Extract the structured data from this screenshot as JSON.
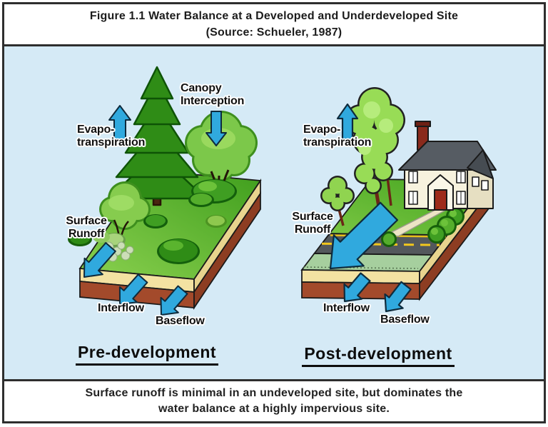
{
  "header": {
    "title": "Figure 1.1 Water Balance at a Developed and Underdeveloped Site",
    "source": "(Source:  Schueler, 1987)"
  },
  "panels": {
    "pre": {
      "title": "Pre-development",
      "labels": {
        "evapo1": "Evapo-",
        "evapo2": "transpiration",
        "canopy1": "Canopy",
        "canopy2": "Interception",
        "surface1": "Surface",
        "surface2": "Runoff",
        "interflow": "Interflow",
        "baseflow": "Baseflow"
      }
    },
    "post": {
      "title": "Post-development",
      "labels": {
        "evapo1": "Evapo-",
        "evapo2": "transpiration",
        "surface1": "Surface",
        "surface2": "Runoff",
        "interflow": "Interflow",
        "baseflow": "Baseflow"
      }
    }
  },
  "caption": {
    "line1": "Surface runoff is minimal in an undeveloped site, but dominates the",
    "line2": "water balance at a highly impervious site."
  },
  "colors": {
    "background_sky": "#d5eaf6",
    "arrow_blue": "#30a9de",
    "grass_green": "#55b62f",
    "pine_green": "#2f8c16",
    "soil_tan": "#f3e2a2",
    "soil_brown": "#a34a2b",
    "road_gray": "#53585c",
    "road_marking_yellow": "#f2c71d",
    "house_wall": "#f7f2de",
    "roof_gray": "#565c63"
  }
}
